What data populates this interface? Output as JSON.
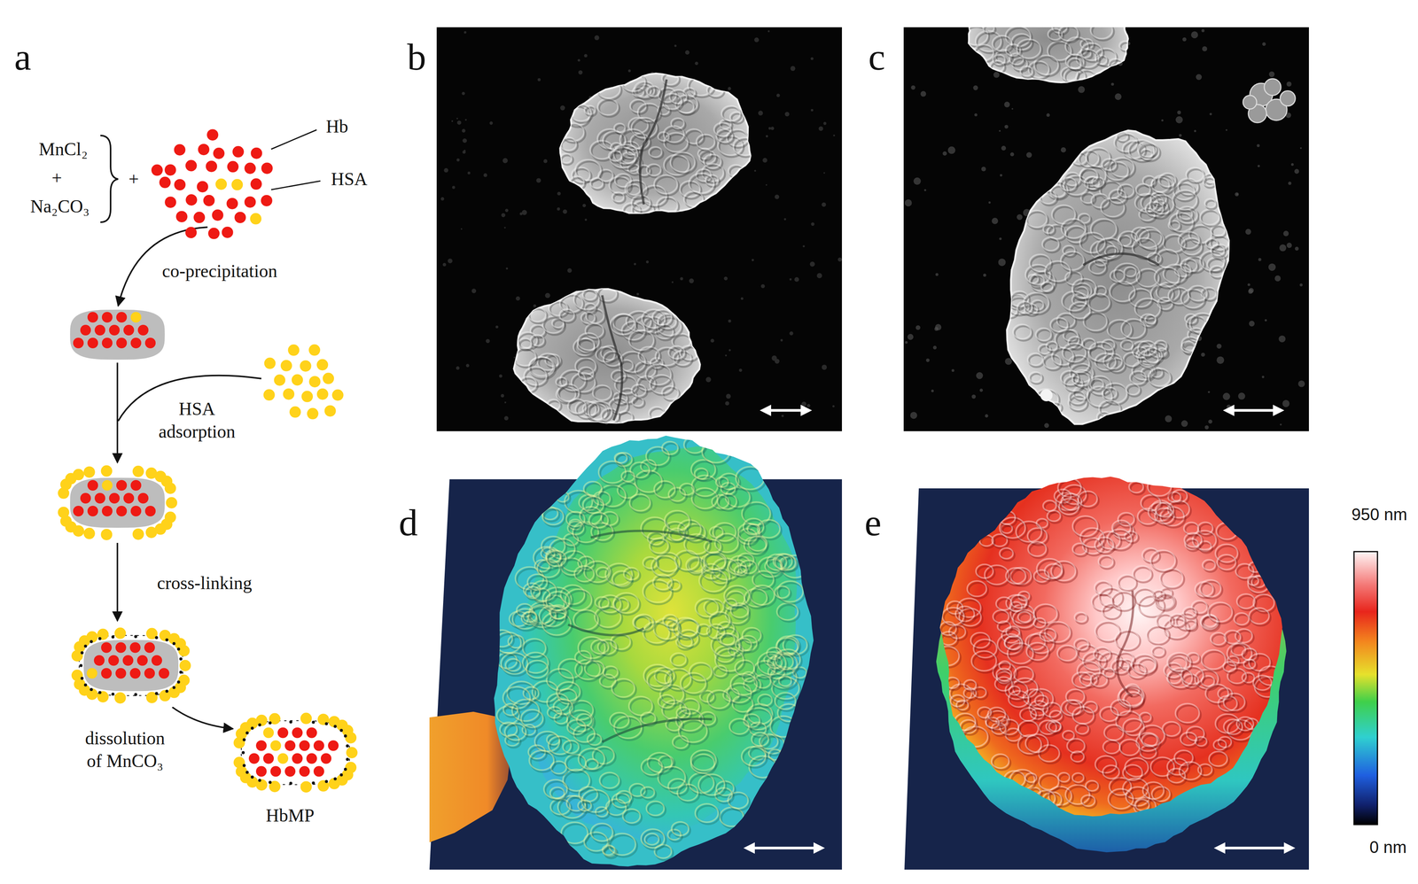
{
  "diagram": {
    "labels": [
      "a",
      "MnCl₂",
      "+",
      "Na₂CO₃",
      "+",
      "Hb",
      "HSA",
      "co-precipitation",
      "HSA adsorption",
      "cross-linking",
      "dissolution of MnCO₃",
      "HbMP",
      "b",
      "c",
      "d",
      "e",
      "950 nm",
      "0 nm"
    ]
  }
}
